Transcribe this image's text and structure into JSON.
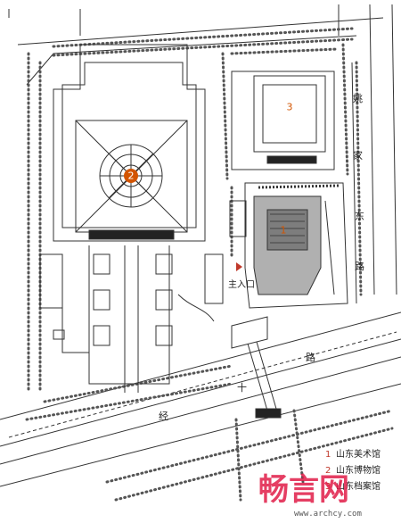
{
  "streets": {
    "yaojia_east_road": [
      "姚",
      "家",
      "东",
      "路"
    ],
    "jingshi_road": [
      "经",
      "十",
      "路"
    ]
  },
  "entrance": {
    "label": "主入口",
    "color": "#c0392b"
  },
  "buildings": [
    {
      "number": "1",
      "name": "山东美术馆"
    },
    {
      "number": "2",
      "name": "山东博物馆"
    },
    {
      "number": "3",
      "name": "山东档案馆"
    }
  ],
  "watermark": {
    "text": "畅言网",
    "url": "www.archcy.com"
  },
  "colors": {
    "number_red": "#c0392b",
    "line": "#333333",
    "fill_gray": "#9a9a9a"
  }
}
